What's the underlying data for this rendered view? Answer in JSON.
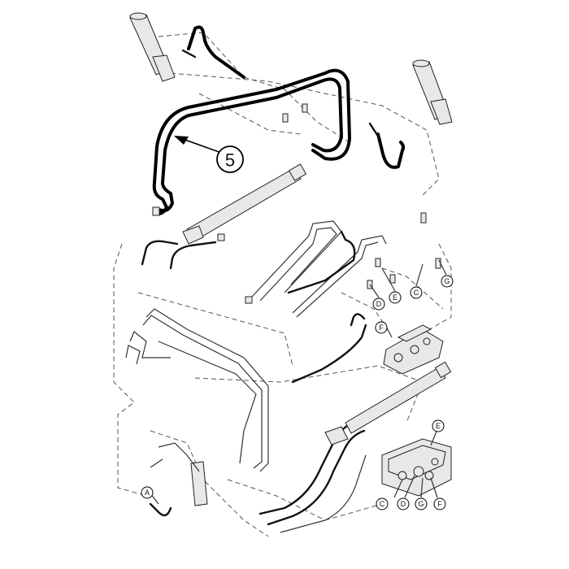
{
  "callouts": {
    "main": "5",
    "C_top": "C",
    "D_top": "D",
    "E_top": "E",
    "F_top": "F",
    "G_top": "G",
    "A": "A",
    "E_inset": "E",
    "C_inset": "C",
    "D_inset": "D",
    "G_inset": "G",
    "F_inset": "F"
  }
}
